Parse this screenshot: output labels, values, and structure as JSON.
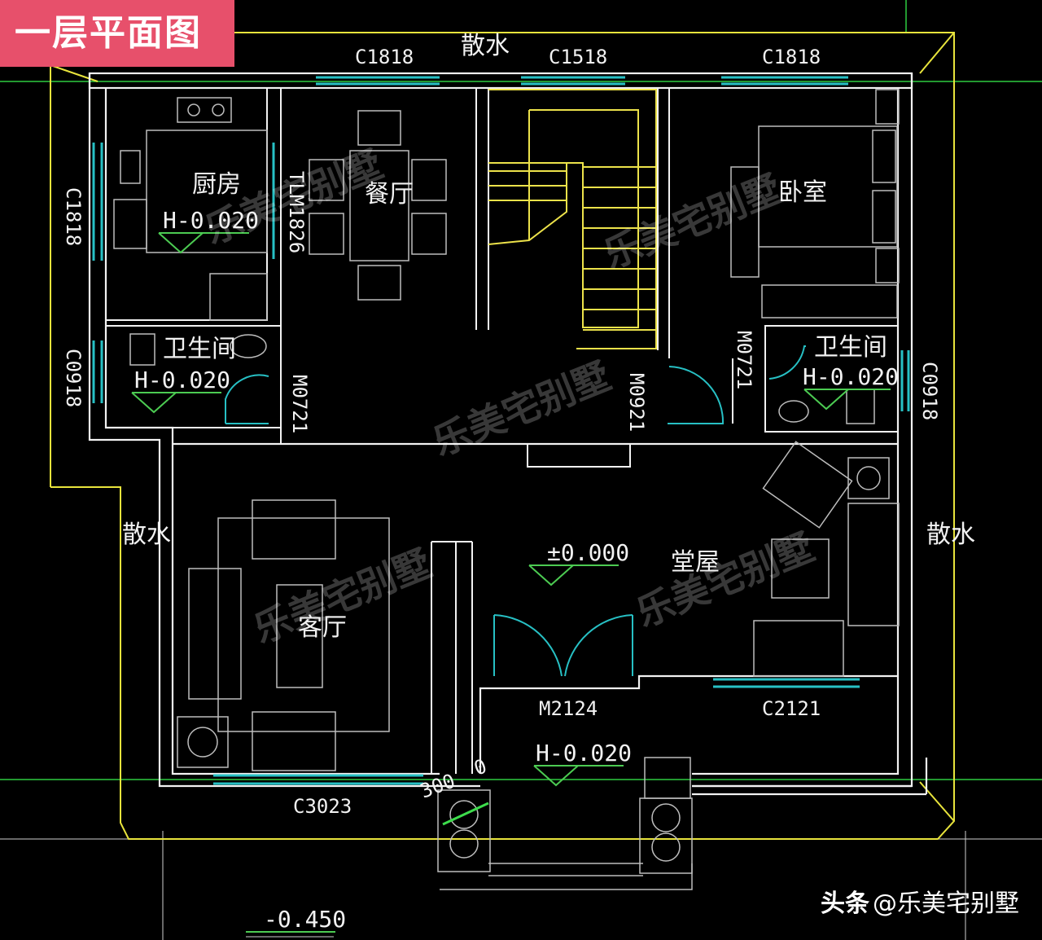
{
  "title_badge": "一层平面图",
  "credit": {
    "prefix": "头条",
    "handle": "@乐美宅别墅"
  },
  "rooms": {
    "kitchen": "厨房",
    "dining": "餐厅",
    "bedroom": "卧室",
    "bath_left": "卫生间",
    "bath_right": "卫生间",
    "living": "客厅",
    "hall": "堂屋"
  },
  "drainage": {
    "top": "散水",
    "left": "散水",
    "right": "散水"
  },
  "windows": {
    "top_left": "C1818",
    "top_mid": "C1518",
    "top_right": "C1818",
    "left_upper": "C1818",
    "left_lower": "C0918",
    "right": "C0918",
    "bottom_left": "C3023",
    "bottom_right": "C2121"
  },
  "doors": {
    "sliding": "TLM1826",
    "bath_left": "M0721",
    "stair": "M0921",
    "bath_right": "M0721",
    "entry": "M2124"
  },
  "levels": {
    "kitchen": "H-0.020",
    "bath_left": "H-0.020",
    "bath_right": "H-0.020",
    "hall": "±0.000",
    "porch": "H-0.020",
    "outside": "-0.450"
  },
  "step_marks": [
    "300",
    "0"
  ],
  "watermark": "乐美宅别墅",
  "colors": {
    "wall": "#f2f2f2",
    "window": "#27c0c4",
    "stair": "#ece24a",
    "outline": "#e8e43c",
    "axis": "#2ecc40",
    "badge": "#e7506b"
  }
}
